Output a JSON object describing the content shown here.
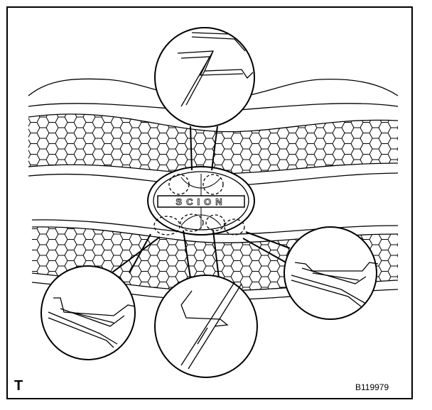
{
  "figure": {
    "corner_label": "T",
    "figure_id": "B119979"
  },
  "emblem": {
    "text": "SCION"
  },
  "colors": {
    "line": "#000000",
    "background": "#ffffff"
  }
}
